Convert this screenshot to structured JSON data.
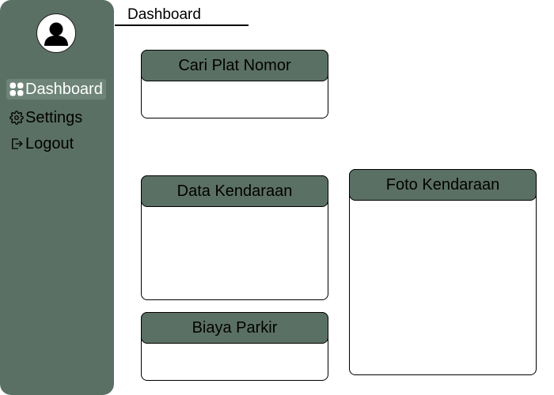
{
  "page": {
    "title": "Dashboard"
  },
  "sidebar": {
    "avatar_icon": "user-avatar-icon",
    "items": [
      {
        "label": "Dashboard",
        "icon": "dashboard-grid-icon",
        "active": true
      },
      {
        "label": "Settings",
        "icon": "gear-icon",
        "active": false
      },
      {
        "label": "Logout",
        "icon": "logout-icon",
        "active": false
      }
    ]
  },
  "cards": {
    "plate_search": {
      "title": "Cari Plat Nomor"
    },
    "vehicle_data": {
      "title": "Data Kendaraan"
    },
    "parking_fee": {
      "title": "Biaya Parkir"
    },
    "vehicle_photo": {
      "title": "Foto Kendaraan"
    }
  },
  "colors": {
    "sidebar_bg": "#5b7064",
    "active_item_bg": "#6e8479",
    "card_header_bg": "#5b7064",
    "card_border": "#000000"
  }
}
